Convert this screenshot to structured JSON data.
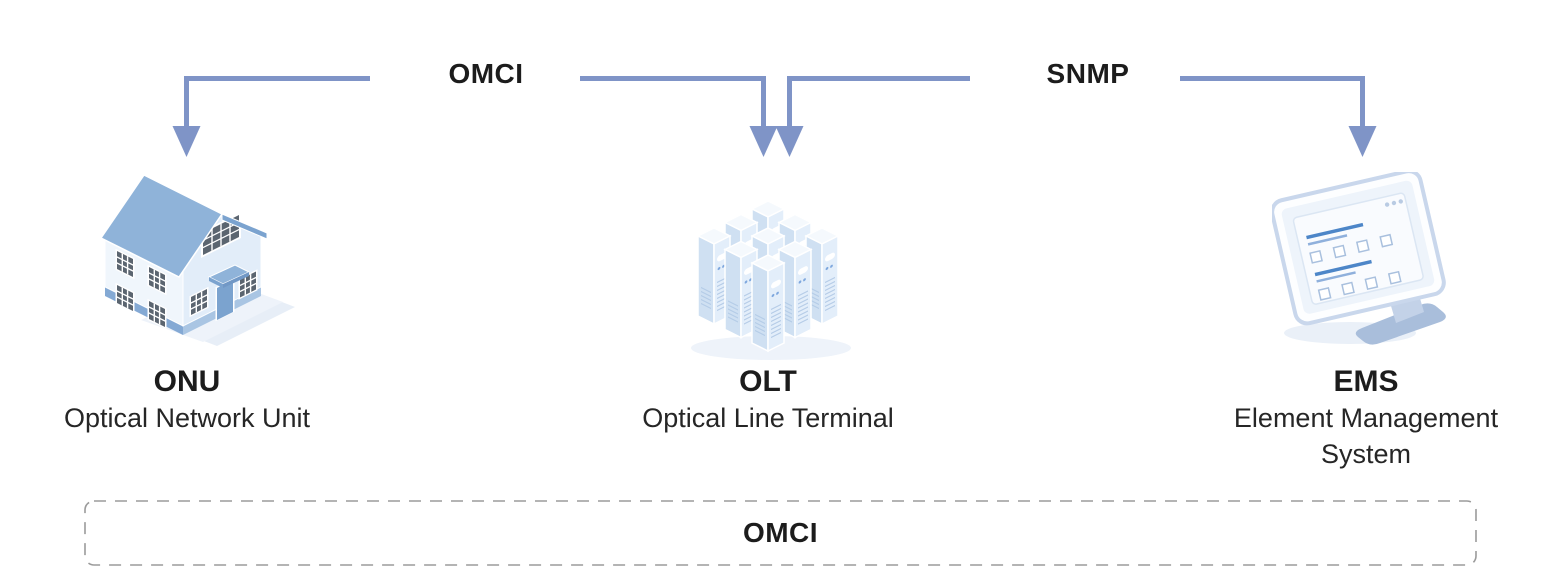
{
  "diagram": {
    "connections": [
      {
        "id": "omci-link",
        "label": "OMCI",
        "arrow_targets": [
          "ONU",
          "OLT"
        ]
      },
      {
        "id": "snmp-link",
        "label": "SNMP",
        "arrow_targets": [
          "OLT",
          "EMS"
        ]
      }
    ],
    "nodes": [
      {
        "id": "onu",
        "acronym": "ONU",
        "full_name": "Optical Network Unit",
        "icon": "house-icon"
      },
      {
        "id": "olt",
        "acronym": "OLT",
        "full_name": "Optical Line Terminal",
        "icon": "server-cluster-icon"
      },
      {
        "id": "ems",
        "acronym": "EMS",
        "full_name": "Element Management System",
        "icon": "monitor-icon"
      }
    ],
    "bottom_band": {
      "label": "OMCI",
      "border_style": "dashed"
    },
    "colors": {
      "connector": "#7f94c7",
      "label_text": "#1c1c1c",
      "dashed_border": "#9b9b9b",
      "icon_roof_blue": "#8fb3d9",
      "icon_light_blue": "#e3eefa"
    }
  }
}
